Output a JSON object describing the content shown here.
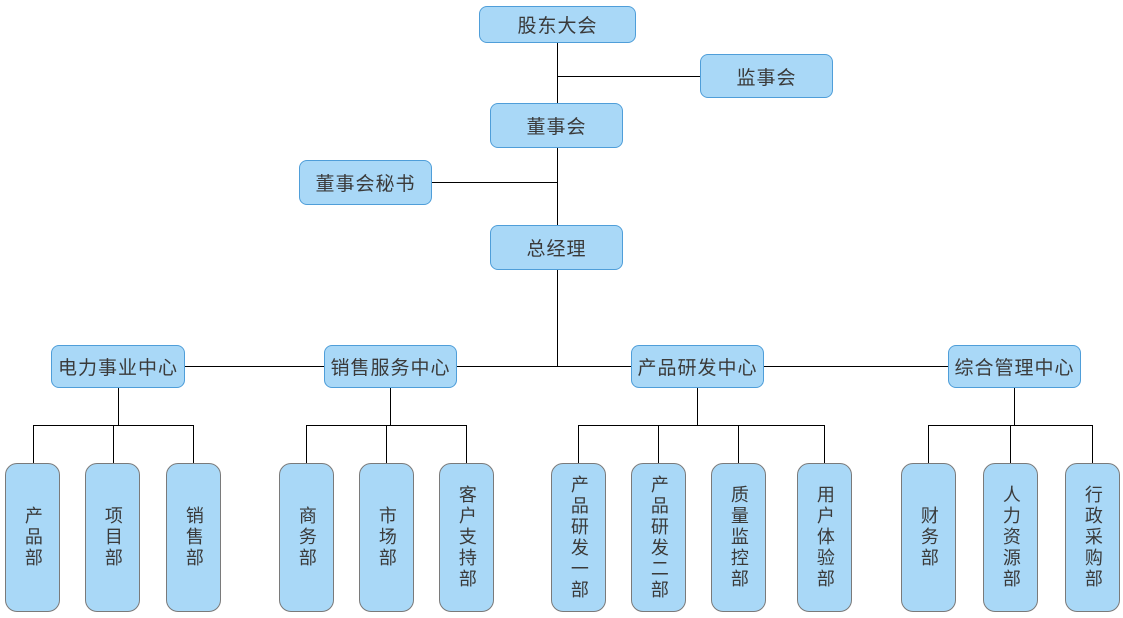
{
  "org": {
    "shareholders": "股东大会",
    "supervisory_board": "监事会",
    "board_of_directors": "董事会",
    "board_secretary": "董事会秘书",
    "general_manager": "总经理",
    "centers": [
      {
        "label": "电力事业中心",
        "departments": [
          "产品部",
          "项目部",
          "销售部"
        ]
      },
      {
        "label": "销售服务中心",
        "departments": [
          "商务部",
          "市场部",
          "客户支持部"
        ]
      },
      {
        "label": "产品研发中心",
        "departments": [
          "产品研发一部",
          "产品研发二部",
          "质量监控部",
          "用户体验部"
        ]
      },
      {
        "label": "综合管理中心",
        "departments": [
          "财务部",
          "人力资源部",
          "行政采购部"
        ]
      }
    ],
    "colors": {
      "node_fill": "#a9d8f7",
      "node_border_blue": "#4f9ed9",
      "node_border_gray": "#7a7a7a",
      "connector": "#000000",
      "text": "#3a3a3a",
      "background": "#ffffff"
    }
  }
}
